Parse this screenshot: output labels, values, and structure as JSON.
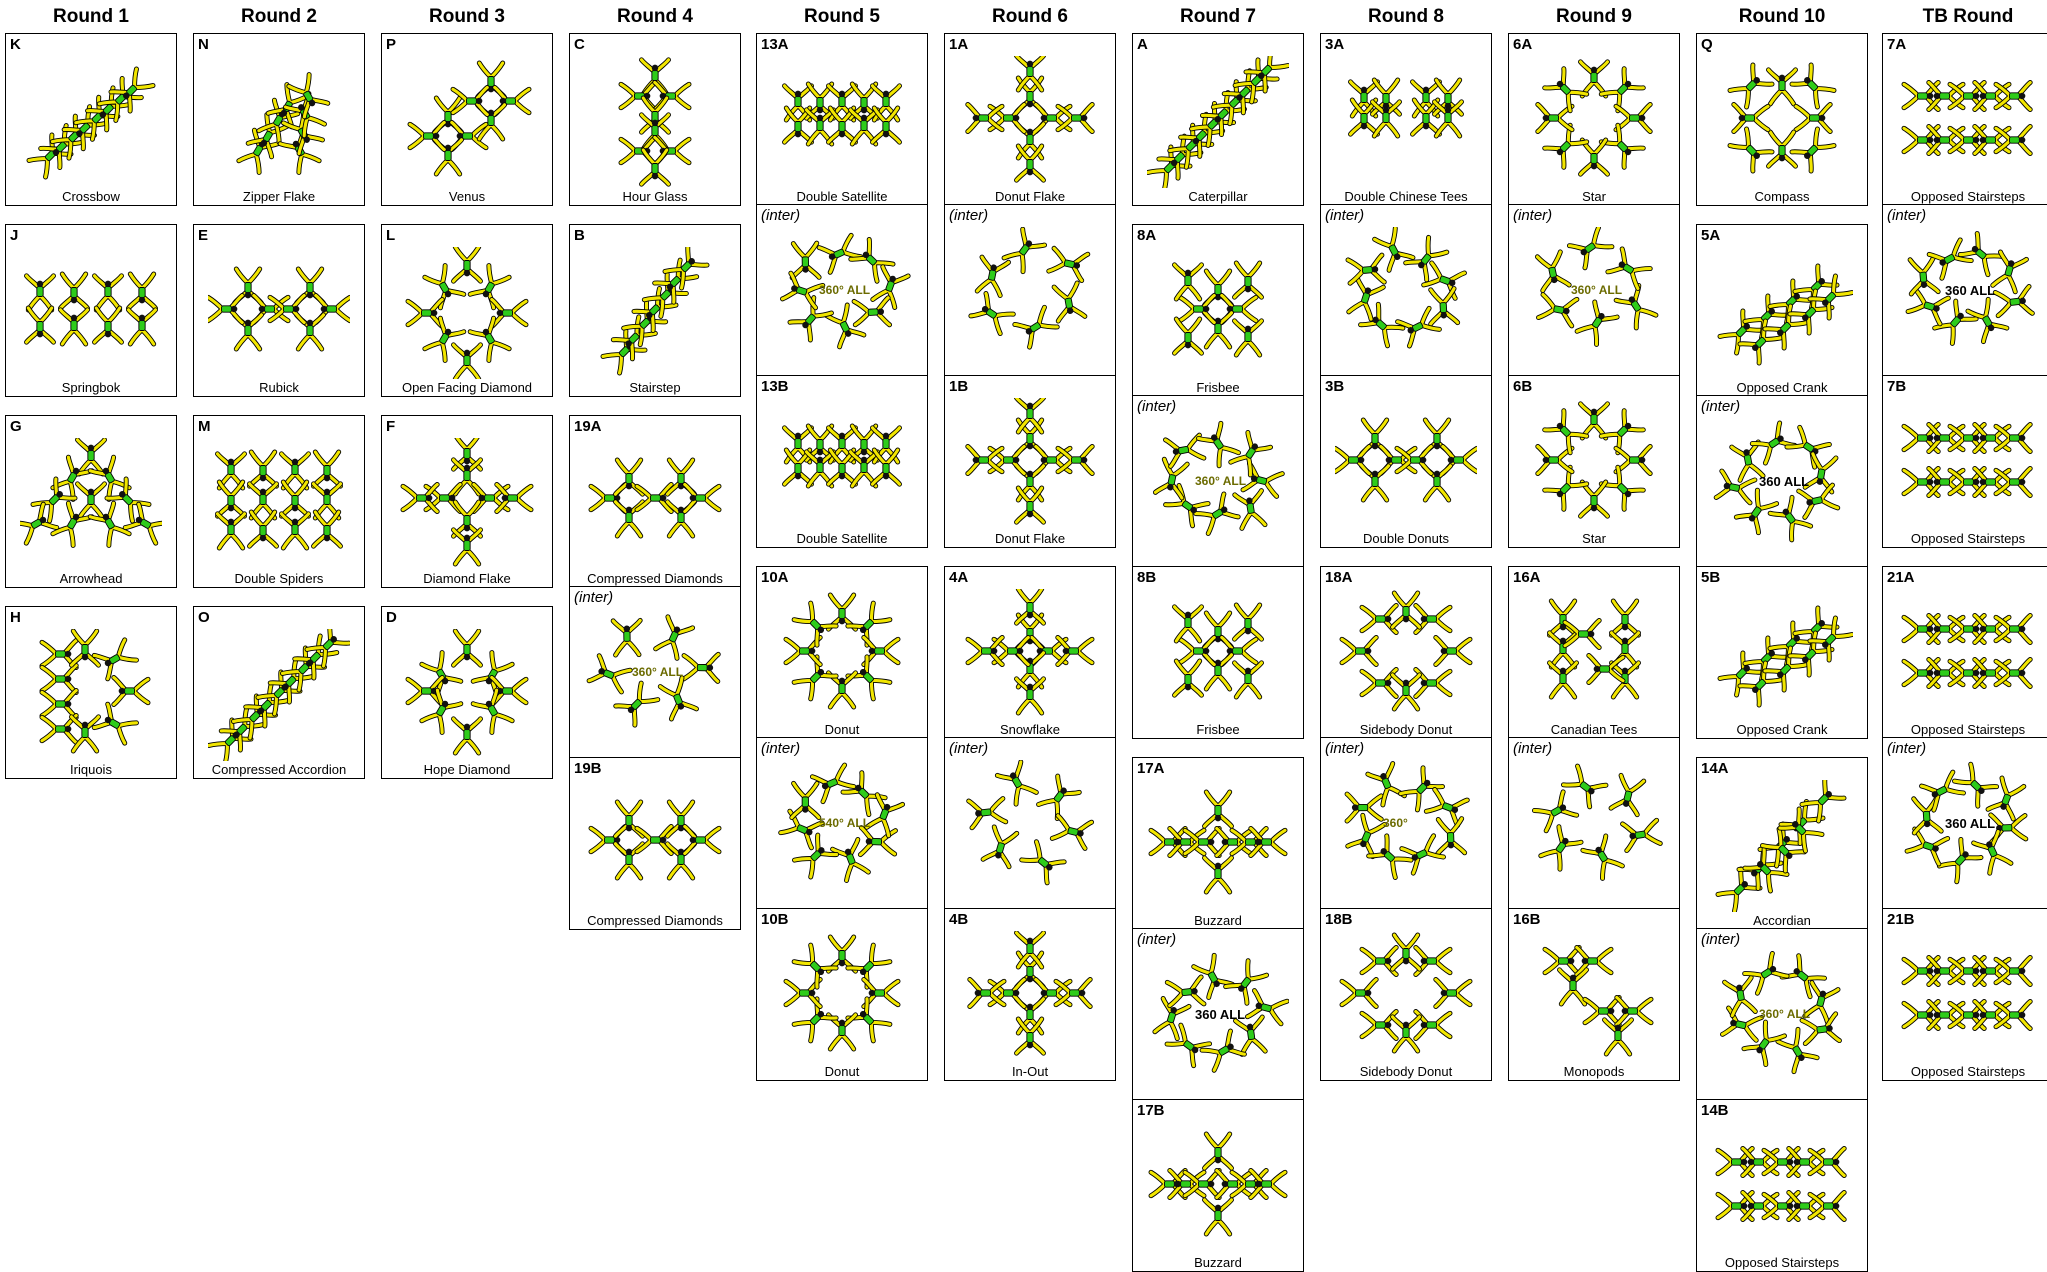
{
  "colors": {
    "jumper_body": "#f2e600",
    "jumper_torso": "#2ecc1a",
    "jumper_head": "#111111",
    "outline": "#000000",
    "rotation_text": "#6b6b00"
  },
  "rounds": [
    {
      "title": "Round 1",
      "cards": [
        {
          "code": "K",
          "name": "Crossbow"
        },
        {
          "code": "J",
          "name": "Springbok"
        },
        {
          "code": "G",
          "name": "Arrowhead"
        },
        {
          "code": "H",
          "name": "Iriquois"
        }
      ]
    },
    {
      "title": "Round 2",
      "cards": [
        {
          "code": "N",
          "name": "Zipper Flake"
        },
        {
          "code": "E",
          "name": "Rubick"
        },
        {
          "code": "M",
          "name": "Double Spiders"
        },
        {
          "code": "O",
          "name": "Compressed Accordion"
        }
      ]
    },
    {
      "title": "Round 3",
      "cards": [
        {
          "code": "P",
          "name": "Venus"
        },
        {
          "code": "L",
          "name": "Open Facing Diamond"
        },
        {
          "code": "F",
          "name": "Diamond Flake"
        },
        {
          "code": "D",
          "name": "Hope Diamond"
        }
      ]
    },
    {
      "title": "Round 4",
      "cards": [
        {
          "code": "C",
          "name": "Hour Glass"
        },
        {
          "code": "B",
          "name": "Stairstep"
        },
        {
          "code": "19A",
          "name": "Compressed Diamonds"
        },
        {
          "code": "(inter)",
          "name": "",
          "rotation": "360° ALL"
        },
        {
          "code": "19B",
          "name": "Compressed Diamonds"
        }
      ]
    },
    {
      "title": "Round 5",
      "cards": [
        {
          "code": "13A",
          "name": "Double Satellite"
        },
        {
          "code": "(inter)",
          "name": "",
          "rotation": "360° ALL"
        },
        {
          "code": "13B",
          "name": "Double Satellite"
        },
        {
          "code": "10A",
          "name": "Donut"
        },
        {
          "code": "(inter)",
          "name": "",
          "rotation": "540° ALL"
        },
        {
          "code": "10B",
          "name": "Donut"
        }
      ]
    },
    {
      "title": "Round 6",
      "cards": [
        {
          "code": "1A",
          "name": "Donut Flake"
        },
        {
          "code": "(inter)",
          "name": ""
        },
        {
          "code": "1B",
          "name": "Donut Flake"
        },
        {
          "code": "4A",
          "name": "Snowflake"
        },
        {
          "code": "(inter)",
          "name": ""
        },
        {
          "code": "4B",
          "name": "In-Out"
        }
      ]
    },
    {
      "title": "Round 7",
      "cards": [
        {
          "code": "A",
          "name": "Caterpillar"
        },
        {
          "code": "8A",
          "name": "Frisbee"
        },
        {
          "code": "(inter)",
          "name": "",
          "rotation": "360° ALL"
        },
        {
          "code": "8B",
          "name": "Frisbee"
        },
        {
          "code": "17A",
          "name": "Buzzard"
        },
        {
          "code": "(inter)",
          "name": "",
          "rotation": "360 ALL"
        },
        {
          "code": "17B",
          "name": "Buzzard"
        }
      ]
    },
    {
      "title": "Round 8",
      "cards": [
        {
          "code": "3A",
          "name": "Double Chinese Tees"
        },
        {
          "code": "(inter)",
          "name": ""
        },
        {
          "code": "3B",
          "name": "Double Donuts"
        },
        {
          "code": "18A",
          "name": "Sidebody Donut"
        },
        {
          "code": "(inter)",
          "name": "",
          "rotation": "360°"
        },
        {
          "code": "18B",
          "name": "Sidebody Donut"
        }
      ]
    },
    {
      "title": "Round 9",
      "cards": [
        {
          "code": "6A",
          "name": "Star"
        },
        {
          "code": "(inter)",
          "name": "",
          "rotation": "360° ALL"
        },
        {
          "code": "6B",
          "name": "Star"
        },
        {
          "code": "16A",
          "name": "Canadian Tees"
        },
        {
          "code": "(inter)",
          "name": ""
        },
        {
          "code": "16B",
          "name": "Monopods"
        }
      ]
    },
    {
      "title": "Round 10",
      "cards": [
        {
          "code": "Q",
          "name": "Compass"
        },
        {
          "code": "5A",
          "name": "Opposed Crank"
        },
        {
          "code": "(inter)",
          "name": "",
          "rotation": "360 ALL"
        },
        {
          "code": "5B",
          "name": "Opposed Crank"
        },
        {
          "code": "14A",
          "name": "Accordian"
        },
        {
          "code": "(inter)",
          "name": "",
          "rotation": "360° ALL"
        },
        {
          "code": "14B",
          "name": "Opposed Stairsteps"
        }
      ]
    },
    {
      "title": "TB Round",
      "cards": [
        {
          "code": "7A",
          "name": "Opposed Stairsteps"
        },
        {
          "code": "(inter)",
          "name": "",
          "rotation": "360 ALL"
        },
        {
          "code": "7B",
          "name": "Opposed Stairsteps"
        },
        {
          "code": "21A",
          "name": "Opposed Stairsteps"
        },
        {
          "code": "(inter)",
          "name": "",
          "rotation": "360 ALL"
        },
        {
          "code": "21B",
          "name": "Opposed Stairsteps"
        }
      ]
    }
  ]
}
